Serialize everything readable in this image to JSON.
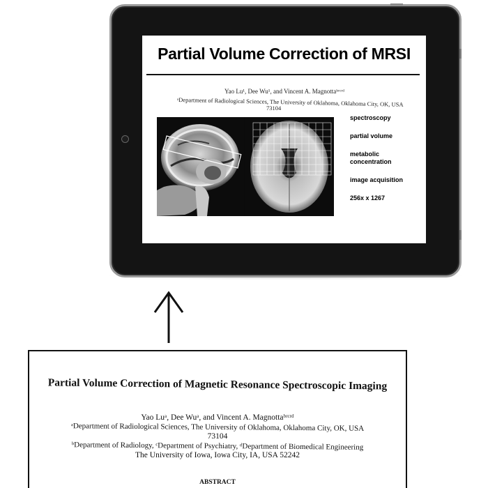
{
  "slide": {
    "title": "Partial Volume Correction of MRSI",
    "authors": "Yao Lu¹, Dee Wu¹, and Vincent A. Magnottaᵇʳᶜʳᵈ",
    "department": "ᵃDepartment of Radiological Sciences, The University of Oklahoma, Oklahoma City, OK, USA",
    "zip": "73104",
    "keywords": [
      "spectroscopy",
      "partial volume",
      "metabolic concentration",
      "image acquisition",
      "256x x 1267"
    ]
  },
  "paper": {
    "title": "Partial Volume Correction of Magnetic Resonance Spectroscopic Imaging",
    "authors": "Yao Luᵃ, Dee Wuᵃ, and Vincent A. Magnottaᵇʳᶜʳᵈ",
    "affiliation_1": "ᵃDepartment of Radiological Sciences, The University of Oklahoma, Oklahoma City, OK, USA",
    "affiliation_1_zip": "73104",
    "affiliation_2": "ᵇDepartment of Radiology, ᶜDepartment of Psychiatry, ᵈDepartment of Biomedical Engineering",
    "affiliation_2_city": "The University of Iowa, Iowa City, IA, USA 52242",
    "abstract_heading": "ABSTRACT"
  },
  "colors": {
    "tablet_bezel": "#141414",
    "tablet_rim": "#9a9a9a",
    "ink": "#111111"
  }
}
